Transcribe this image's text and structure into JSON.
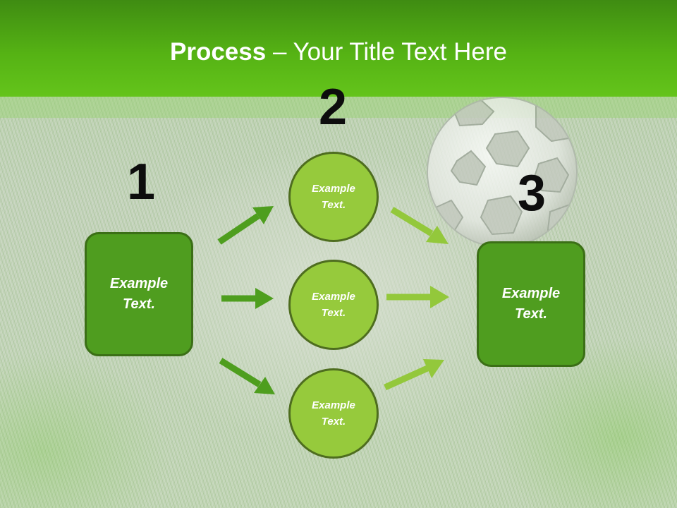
{
  "slide": {
    "title_bold": "Process",
    "title_rest": " – Your Title Text Here"
  },
  "steps": {
    "step1": {
      "number": "1"
    },
    "step2": {
      "number": "2"
    },
    "step3": {
      "number": "3"
    }
  },
  "nodes": {
    "left_box": "Example Text.",
    "circle_top": "Example Text.",
    "circle_middle": "Example Text.",
    "circle_bottom": "Example Text.",
    "right_box": "Example Text."
  },
  "colors": {
    "title_bar": "#55b214",
    "box_fill": "#4f9d1f",
    "circle_fill": "#96ca3c",
    "arrow_dark": "#4e9e1e",
    "arrow_light": "#93c83b"
  },
  "icons": {
    "decoration": "soccer-ball-icon"
  }
}
